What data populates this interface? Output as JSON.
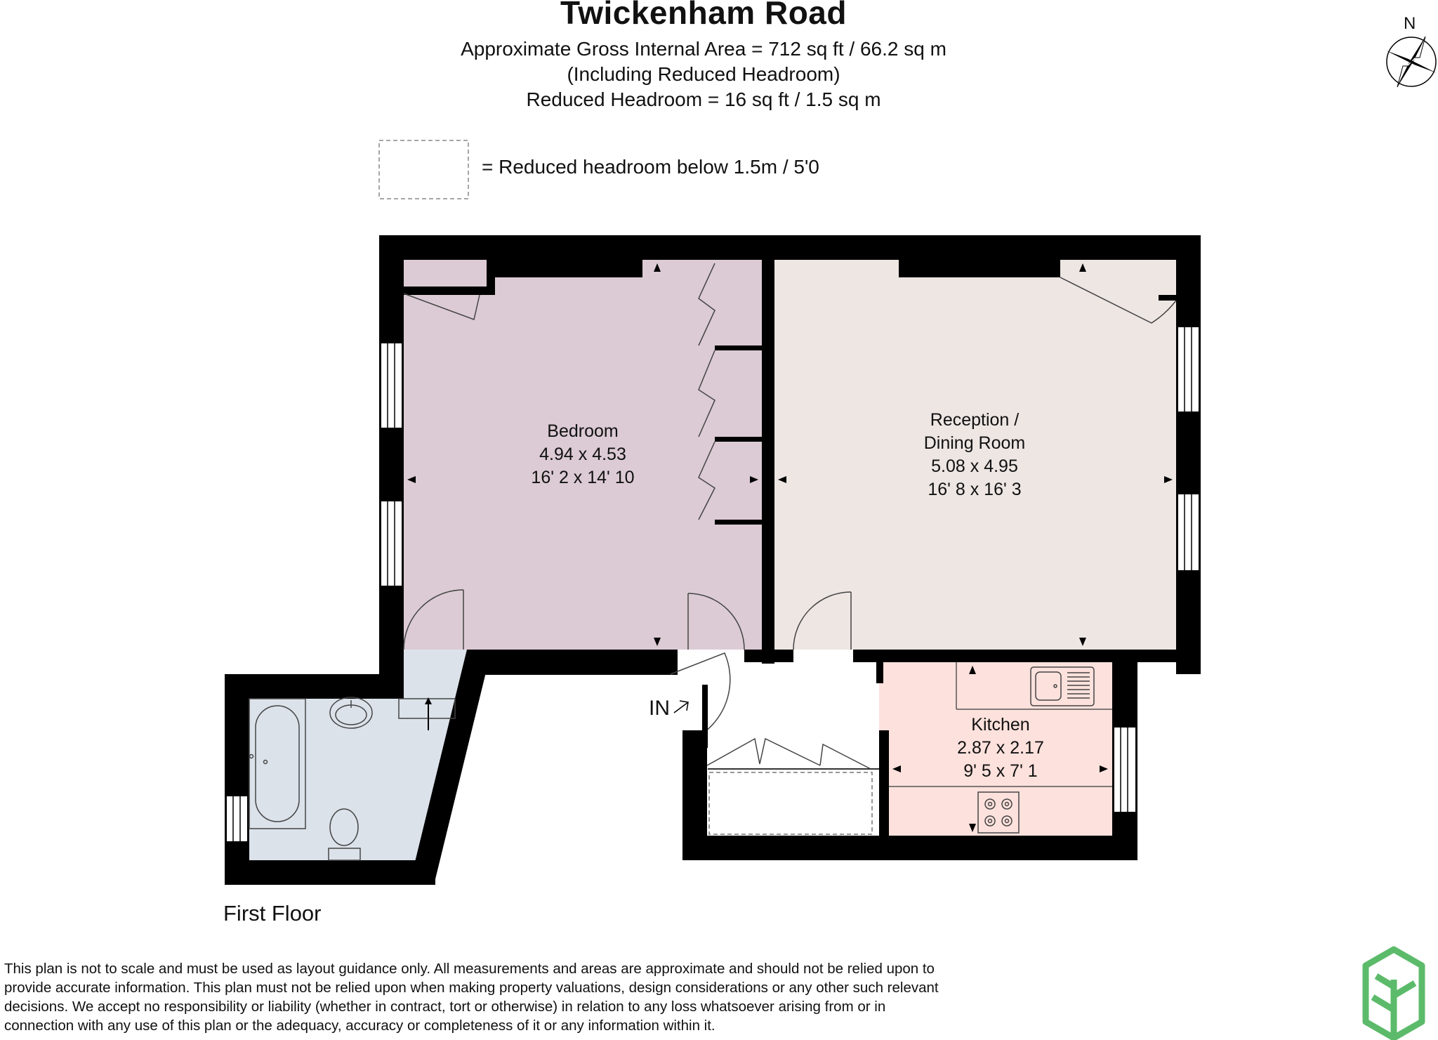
{
  "header": {
    "title": "Twickenham Road",
    "line1": "Approximate Gross Internal Area = 712 sq ft / 66.2 sq m",
    "line2": "(Including Reduced Headroom)",
    "line3": "Reduced Headroom = 16 sq ft / 1.5 sq m"
  },
  "legend": {
    "text": "= Reduced headroom below 1.5m / 5'0"
  },
  "compass": {
    "label": "N"
  },
  "rooms": {
    "bedroom": {
      "name": "Bedroom",
      "metric": "4.94 x 4.53",
      "imperial": "16' 2 x 14' 10"
    },
    "reception": {
      "name": "Reception /",
      "name2": "Dining Room",
      "metric": "5.08 x 4.95",
      "imperial": "16' 8 x 16' 3"
    },
    "kitchen": {
      "name": "Kitchen",
      "metric": "2.87 x 2.17",
      "imperial": "9' 5 x 7' 1"
    }
  },
  "entrance": {
    "label": "IN"
  },
  "floor": {
    "label": "First Floor"
  },
  "disclaimer": {
    "lines": [
      "This plan is not to scale and must be used as layout guidance only. All measurements and areas are approximate and should not be relied upon to",
      "provide accurate information. This plan must not be relied upon when making property valuations, design considerations or any other such relevant",
      "decisions. We accept no responsibility or liability (whether in contract, tort or otherwise) in relation to any loss whatsoever arising from or in",
      "connection with any use of this plan or the adequacy, accuracy or completeness of it or any information within it."
    ]
  },
  "colors": {
    "wall": "#000000",
    "bedroom": "#dccbd4",
    "reception": "#ede6e3",
    "kitchen": "#fde1dc",
    "bathroom": "#dce2ea",
    "logo": "#5cbb6a"
  },
  "icons": [
    "compass-icon",
    "logo-icon",
    "sink-icon",
    "hob-icon",
    "bath-icon",
    "toilet-icon",
    "basin-icon",
    "entrance-arrow-icon"
  ]
}
